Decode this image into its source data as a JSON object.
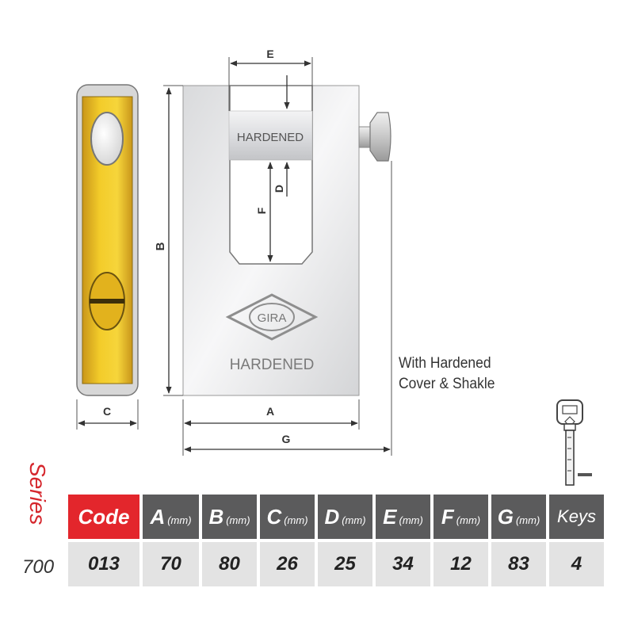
{
  "diagram": {
    "dimension_letters": {
      "a": "A",
      "b": "B",
      "c": "C",
      "d": "D",
      "e": "E",
      "f": "F",
      "g": "G"
    },
    "shackle_text": "HARDENED",
    "logo_text": "GIRA",
    "body_text": "HARDENED",
    "note_lines": [
      "With Hardened",
      "Cover & Shakle"
    ]
  },
  "series": {
    "label": "Series",
    "number": "700"
  },
  "table": {
    "headers": [
      {
        "label": "Code",
        "unit": ""
      },
      {
        "label": "A",
        "unit": "(mm)"
      },
      {
        "label": "B",
        "unit": "(mm)"
      },
      {
        "label": "C",
        "unit": "(mm)"
      },
      {
        "label": "D",
        "unit": "(mm)"
      },
      {
        "label": "E",
        "unit": "(mm)"
      },
      {
        "label": "F",
        "unit": "(mm)"
      },
      {
        "label": "G",
        "unit": "(mm)"
      },
      {
        "label": "Keys",
        "unit": ""
      }
    ],
    "row": [
      "013",
      "70",
      "80",
      "26",
      "25",
      "34",
      "12",
      "83",
      "4"
    ]
  },
  "colors": {
    "accent_red": "#e3262c",
    "header_grey": "#5b5b5c",
    "cell_grey": "#e3e3e3",
    "brass": "#f0c419"
  }
}
